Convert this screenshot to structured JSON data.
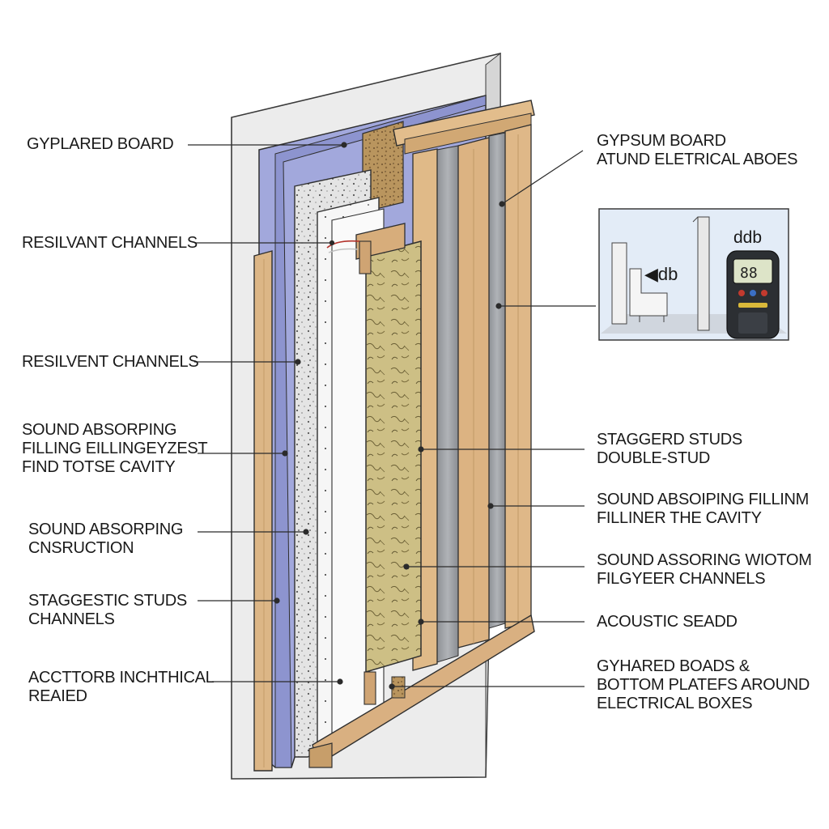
{
  "labels_left": [
    {
      "id": "l1",
      "lines": [
        "GYPLARED BOARD"
      ]
    },
    {
      "id": "l2",
      "lines": [
        "RESILVANT CHANNELS"
      ]
    },
    {
      "id": "l3",
      "lines": [
        "RESILVENT CHANNELS"
      ]
    },
    {
      "id": "l4",
      "lines": [
        "SOUND ABSORPING",
        "FILLING EILLINGEYZEST",
        "FIND TOTSE CAVITY"
      ]
    },
    {
      "id": "l5",
      "lines": [
        "SOUND ABSORPING",
        "CNSRUCTION"
      ]
    },
    {
      "id": "l6",
      "lines": [
        "STAGGESTIC STUDS",
        "CHANNELS"
      ]
    },
    {
      "id": "l7",
      "lines": [
        "ACCTTORB INCHTHICAL",
        "REAIED"
      ]
    }
  ],
  "labels_right": [
    {
      "id": "r1",
      "lines": [
        "GYPSUM BOARD",
        "ATUND ELETRICAL ABOES"
      ]
    },
    {
      "id": "r2",
      "lines": [
        "STAGGERD STUDS",
        "DOUBLE-STUD"
      ]
    },
    {
      "id": "r3",
      "lines": [
        "SOUND ABSOIPING FILLINM",
        "FILLINER THE CAVITY"
      ]
    },
    {
      "id": "r4",
      "lines": [
        "SOUND ASSORING WIOTOM",
        "FILGYEER CHANNELS"
      ]
    },
    {
      "id": "r5",
      "lines": [
        "ACOUSTIC SEADD"
      ]
    },
    {
      "id": "r6",
      "lines": [
        "GYHARED BOADS &",
        "BOTTOM PLATEFS AROUND",
        "ELECTRICAL BOXES"
      ]
    }
  ],
  "inset": {
    "speaker_label": "◀db",
    "meter_label": "ddb",
    "meter_display": "88"
  },
  "colors": {
    "gypsum_board": "#eeeeee",
    "channel_blue": "#9fa6d8",
    "wood": "#d9b283",
    "insulation": "#c9bd82",
    "concrete": "#9a9da1",
    "line": "#2b2b2b"
  }
}
